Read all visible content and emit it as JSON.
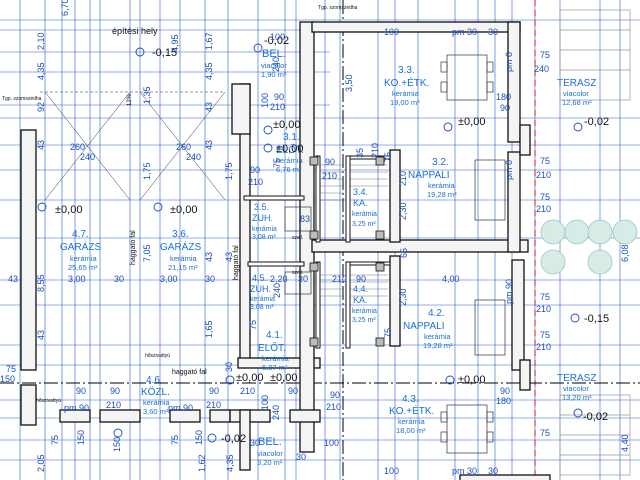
{
  "annotations": {
    "site_label": "építési hely",
    "neighbor_note": "Tgp. szomszédha",
    "neighbor_note2": "Tgp. szomszédha",
    "stair_label": "haggató fal",
    "stair_label2": "haggató fal",
    "stair_label3": "haggató fal",
    "north": "12%",
    "kitchen_tag": "szell.",
    "kitchen_tag2": "szell.",
    "mailbox": "hőszivattyú",
    "mailbox2": "hőszivattyú"
  },
  "rooms": [
    {
      "id": "bel_top",
      "num": "BEL.",
      "mat": "viacolor",
      "area": "1,90 m²"
    },
    {
      "id": "ko_etk_top",
      "num": "3.3.",
      "name": "KO.+ÉTK.",
      "mat": "kerámia",
      "area": "18,00 m²"
    },
    {
      "id": "terasz_top",
      "num": "TERASZ",
      "mat": "viacolor",
      "area": "12,68 m²"
    },
    {
      "id": "elo_top",
      "num": "3.1.",
      "name": "ELŐT.",
      "mat": "kerámia",
      "area": "6,76 m²"
    },
    {
      "id": "nappali_top",
      "num": "3.2.",
      "name": "NAPPALI",
      "mat": "kerámia",
      "area": "19,28 m²"
    },
    {
      "id": "zuh_top",
      "num": "3.5.",
      "name": "ZUH.",
      "mat": "kerámia",
      "area": "3,08 m²"
    },
    {
      "id": "ka_top",
      "num": "3.4.",
      "name": "KA.",
      "mat": "kerámia",
      "area": "3,25 m²"
    },
    {
      "id": "garazs_47",
      "num": "4.7.",
      "name": "GARÁZS",
      "mat": "kerámia",
      "area": "25,65 m²"
    },
    {
      "id": "garazs_36",
      "num": "3.6.",
      "name": "GARÁZS",
      "mat": "kerámia",
      "area": "21,15 m²"
    },
    {
      "id": "zuh_bot",
      "num": "4.5.",
      "name": "ZUH.",
      "mat": "kerámia",
      "area": "3,08 m²"
    },
    {
      "id": "ka_bot",
      "num": "4.4.",
      "name": "KA.",
      "mat": "kerámia",
      "area": "3,25 m²"
    },
    {
      "id": "nappali_bot",
      "num": "4.2.",
      "name": "NAPPALI",
      "mat": "kerámia",
      "area": "19,28 m²"
    },
    {
      "id": "elo_bot",
      "num": "4.1.",
      "name": "ELŐT.",
      "mat": "kerámia",
      "area": "6,87 m²"
    },
    {
      "id": "terasz_bot",
      "num": "TERASZ",
      "mat": "viacolor",
      "area": "13,20 m²"
    },
    {
      "id": "kozl",
      "num": "4.6.",
      "name": "KÖZL.",
      "mat": "kerámia",
      "area": "3,60 m²"
    },
    {
      "id": "ko_etk_bot",
      "num": "4.3.",
      "name": "KO.+ÉTK.",
      "mat": "kerámia",
      "area": "18,00 m²"
    },
    {
      "id": "bel_bot",
      "num": "BEL.",
      "mat": "viacolor",
      "area": "3,20 m²"
    }
  ],
  "levels": {
    "l1": "-0,15",
    "l2": "-0,02",
    "l3": "±0,00",
    "l4": "-0,02",
    "l5": "±0,00",
    "l6": "±0,00",
    "l7": "±0,00",
    "l8": "±0,00",
    "l9": "-0,15",
    "l10": "±0,00",
    "l11": "±0,00",
    "l12": "-0,02",
    "l13": "-0,02",
    "l14": "±0,00"
  },
  "dims": {
    "d670": "6,70",
    "d210a": "2,10",
    "d435": "4,35",
    "d495": "4,95",
    "d167": "1,67",
    "d435b": "4,35",
    "d135": "1,35",
    "d92": "92",
    "d43a": "43",
    "d43b": "43",
    "d43c": "43",
    "d43d": "43",
    "d43e": "43",
    "d43f": "43",
    "d43g": "43",
    "d260a": "260",
    "d240a": "240",
    "d260b": "260",
    "d240b": "240",
    "d175a": "1,75",
    "d175b": "1,75",
    "d300a": "3,00",
    "d30a": "30",
    "d300b": "3,00",
    "d30b": "30",
    "d705": "7,05",
    "d855": "8,55",
    "d165": "1,65",
    "d90a": "90",
    "d210b": "210",
    "d90b": "90",
    "d210c": "210",
    "d90c": "90",
    "d210d": "210",
    "d90d": "90",
    "d210e": "210",
    "d75a": "75",
    "d150a": "150",
    "d75b": "75",
    "d150b": "150",
    "d205": "2,05",
    "d162": "1,62",
    "d435c": "4,35",
    "d100a": "100",
    "d240c": "240",
    "d90e": "90",
    "d210f": "210",
    "d100b": "100",
    "d350": "3,50",
    "d100c": "100",
    "pm30a": "pm 30",
    "d30c": "30",
    "pm0a": "pm 0",
    "d75c": "75",
    "d240d": "240",
    "d180a": "180",
    "d90f": "90",
    "d75d": "75",
    "d210g": "210",
    "pm0b": "pm 0",
    "d210h": "210",
    "d75e": "75",
    "d75f": "75",
    "d210i": "210",
    "d210j": "210",
    "d230a": "2,30",
    "d400": "4,00",
    "d35": "35",
    "d90g": "90",
    "d90h": "90",
    "d75g": "75",
    "d83": "83",
    "d1": "1",
    "d220": "2,20",
    "d30d": "30",
    "d65": "65",
    "d240e": "240",
    "pm90a": "pm 90",
    "d90i": "90",
    "d230b": "2,30",
    "d75h": "75",
    "d210k": "210",
    "d75i": "75",
    "d210l": "210",
    "d180b": "180",
    "d210m": "210",
    "d30e": "30",
    "pm30b": "pm 30",
    "pm90b": "pm 90",
    "pm90c": "pm 90",
    "d240f": "240",
    "d100d": "100",
    "d90j": "90",
    "d210n": "210",
    "d608": "6,08",
    "d100e": "100",
    "d440": "4,40",
    "d75j": "75",
    "d30f": "30",
    "d90k": "90",
    "d210o": "210",
    "d75k": "75",
    "d75l": "75",
    "d30g": "30",
    "d100f": "100",
    "d30h": "30",
    "d90l": "90",
    "d210p": "210",
    "d90m": "90",
    "d150c": "150",
    "d210q": "210",
    "d75m": "75",
    "d150d": "150"
  }
}
